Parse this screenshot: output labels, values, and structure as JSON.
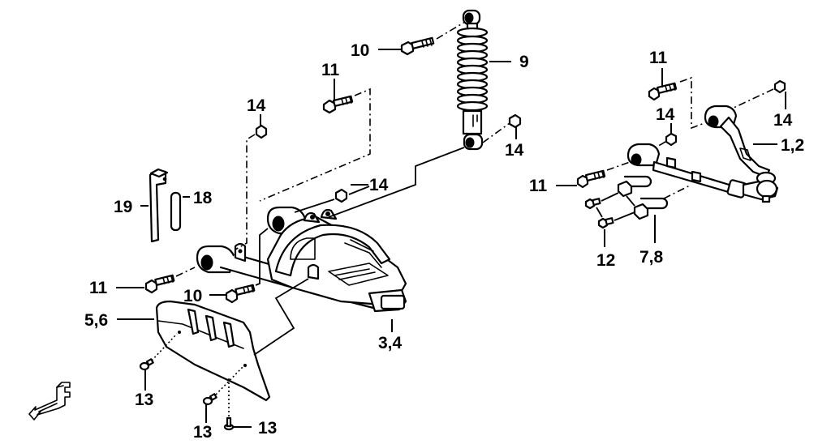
{
  "diagram": {
    "title": "Front suspension exploded parts diagram",
    "colors": {
      "line": "#000000",
      "background": "#ffffff"
    },
    "front_indicator": {
      "letter": "F",
      "icon": "front-direction-arrow-icon"
    },
    "callouts": [
      {
        "id": "c-10-top",
        "label": "10",
        "part": "shock mount bolt (upper)"
      },
      {
        "id": "c-9",
        "label": "9",
        "part": "shock absorber with coil spring"
      },
      {
        "id": "c-11-mid",
        "label": "11",
        "part": "lower arm pivot bolt (rear)"
      },
      {
        "id": "c-14-left",
        "label": "14",
        "part": "nut"
      },
      {
        "id": "c-14-shock",
        "label": "14",
        "part": "shock mount nut (lower)"
      },
      {
        "id": "c-14-mid",
        "label": "14",
        "part": "nut"
      },
      {
        "id": "c-19",
        "label": "19",
        "part": "bracket"
      },
      {
        "id": "c-18",
        "label": "18",
        "part": "pin"
      },
      {
        "id": "c-11-left",
        "label": "11",
        "part": "lower arm pivot bolt (front)"
      },
      {
        "id": "c-10-bottom",
        "label": "10",
        "part": "shock mount bolt (lower)"
      },
      {
        "id": "c-56",
        "label": "5,6",
        "part": "lower arm guard"
      },
      {
        "id": "c-34",
        "label": "3,4",
        "part": "lower A-arm"
      },
      {
        "id": "c-13-a",
        "label": "13",
        "part": "guard screw"
      },
      {
        "id": "c-13-b",
        "label": "13",
        "part": "guard screw"
      },
      {
        "id": "c-13-c",
        "label": "13",
        "part": "guard screw"
      },
      {
        "id": "c-11-right-top",
        "label": "11",
        "part": "upper arm pivot bolt (rear)"
      },
      {
        "id": "c-14-right-inner",
        "label": "14",
        "part": "nut"
      },
      {
        "id": "c-14-right-outer",
        "label": "14",
        "part": "nut"
      },
      {
        "id": "c-12",
        "label": "12",
        "part": "clamp bolt"
      },
      {
        "id": "c-11-right",
        "label": "11",
        "part": "upper arm pivot bolt (front)"
      },
      {
        "id": "c-12b",
        "label": "1,2",
        "part": "upper A-arm"
      },
      {
        "id": "c-78",
        "label": "7,8",
        "part": "U-bolt clamp"
      }
    ]
  }
}
